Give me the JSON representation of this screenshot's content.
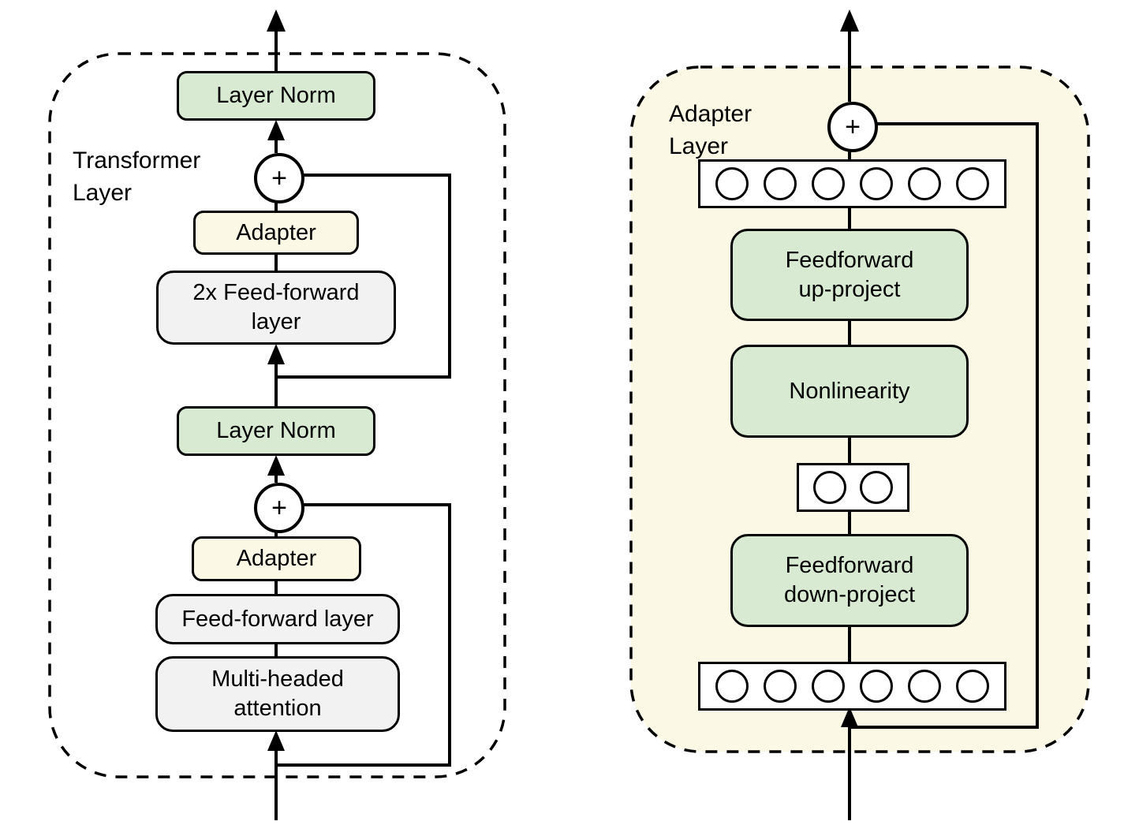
{
  "figure": {
    "left_panel": {
      "title": "Transformer\nLayer",
      "layer_norm_top": "Layer Norm",
      "adapter_top": "Adapter",
      "feed_forward_2x": "2x Feed-forward\nlayer",
      "layer_norm_bottom": "Layer Norm",
      "adapter_bottom": "Adapter",
      "feed_forward": "Feed-forward layer",
      "multi_head_attention": "Multi-headed\nattention"
    },
    "right_panel": {
      "title": "Adapter\nLayer",
      "feedforward_up": "Feedforward\nup-project",
      "nonlinearity": "Nonlinearity",
      "feedforward_down": "Feedforward\ndown-project"
    },
    "symbols": {
      "plus": "+"
    },
    "colors": {
      "block_green": "#d9ead3",
      "block_gray": "#f2f2f2",
      "block_yellow": "#fcf8e6",
      "panel_background_yellow": "#fcf8e6",
      "stroke": "#000000"
    }
  }
}
